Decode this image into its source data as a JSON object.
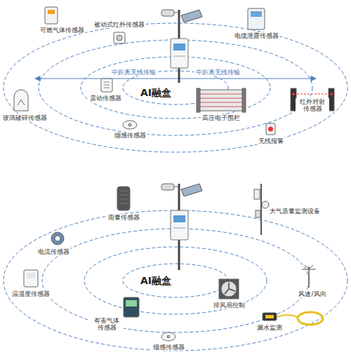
{
  "diagram": {
    "labels": [
      "可燃气体传感器",
      "被动式红外传感器",
      "电缆泄露传感器",
      "中距离无线传输",
      "中距离无线传输",
      "震动传感器",
      "AI融盒",
      "玻璃破碎传感器",
      "高压电子围栏",
      "红外对射传感器",
      "烟感传感器",
      "无线报警",
      "雨量传感器",
      "大气质量监测设备",
      "电流传感器",
      "AI融盒",
      "风速/风向",
      "温湿度传感器",
      "排风扇控制",
      "有害气体传感器",
      "漏水监测",
      "烟感传感器"
    ]
  }
}
